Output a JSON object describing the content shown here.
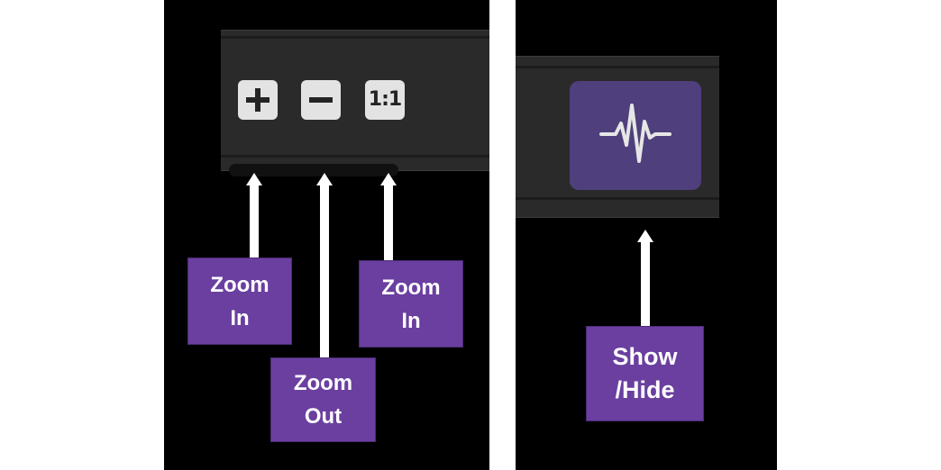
{
  "zoom_panel": {
    "buttons": [
      {
        "name": "zoom-in-button",
        "icon": "plus-icon"
      },
      {
        "name": "zoom-out-button",
        "icon": "minus-icon"
      },
      {
        "name": "actual-size-button",
        "icon": "one-to-one-icon",
        "text": "1:1"
      }
    ],
    "labels": {
      "zoom_in": "Zoom\nIn",
      "zoom_out": "Zoom\nOut",
      "actual_size": "Zoom\nIn"
    }
  },
  "waveform_panel": {
    "button": {
      "name": "waveform-toggle-button",
      "icon": "waveform-icon"
    },
    "label": "Show\n/Hide"
  },
  "colors": {
    "panel_bg": "#000000",
    "toolbar_bg": "#2a2a2a",
    "icon_button_bg": "#e3e3e3",
    "waveform_button_bg": "#4f3f7c",
    "label_bg": "#6a3f9f",
    "label_text": "#ffffff",
    "arrow": "#ffffff"
  }
}
